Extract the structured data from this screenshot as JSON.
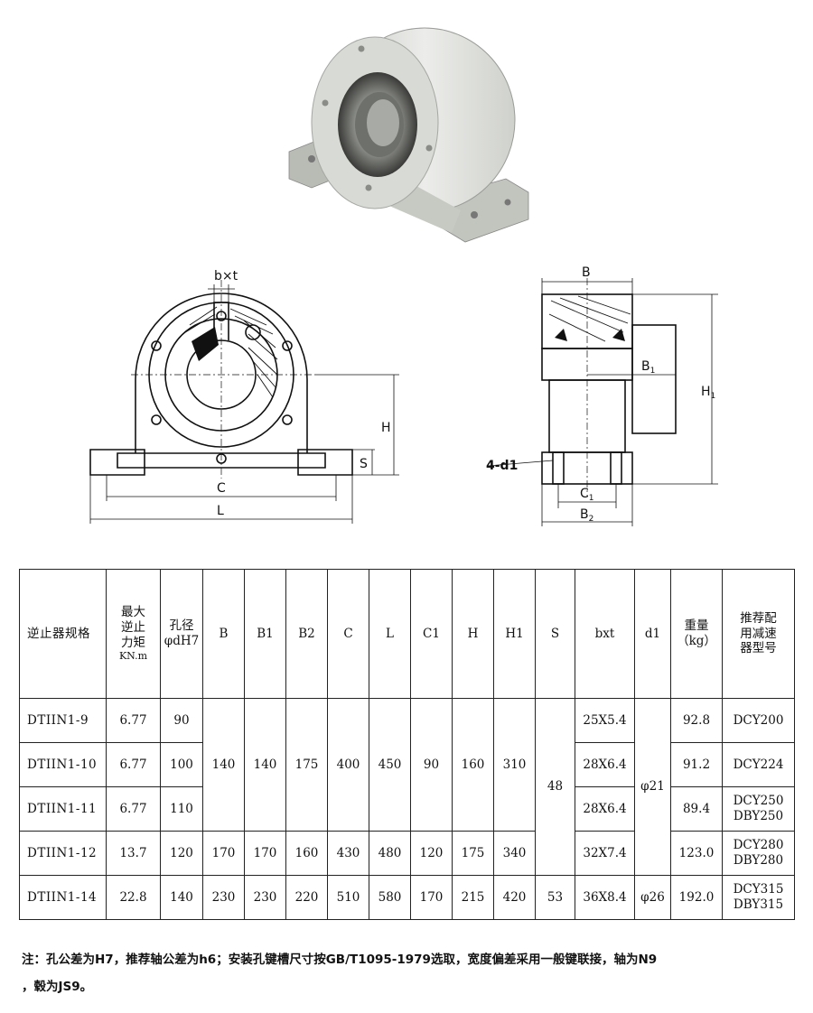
{
  "drawing_labels": {
    "keyway": "b×t",
    "width_b": "B",
    "width_b1": "B",
    "width_b1_sub": "1",
    "height_h1": "H",
    "height_h1_sub": "1",
    "height_h": "H",
    "height_s": "S",
    "mount_c": "C",
    "length_l": "L",
    "bolt_holes": "4-d1",
    "base_c1": "C",
    "base_c1_sub": "1",
    "base_b2": "B",
    "base_b2_sub": "2"
  },
  "table": {
    "headers": {
      "model": "逆止器规格",
      "torque": [
        "最大",
        "逆止",
        "力矩",
        "KN.m"
      ],
      "bore": [
        "孔径",
        "φdH7"
      ],
      "b": "B",
      "b1": "B1",
      "b2": "B2",
      "c": "C",
      "l": "L",
      "c1": "C1",
      "h": "H",
      "h1": "H1",
      "s": "S",
      "bxt": "bxt",
      "d1": "d1",
      "weight": [
        "重量",
        "（kg）"
      ],
      "reducer": [
        "推荐配",
        "用减速",
        "器型号"
      ]
    },
    "rows": [
      {
        "model": "DTIIN1-9",
        "torque": "6.77",
        "bore": "90",
        "bxt": "25X5.4",
        "weight": "92.8",
        "reducer": [
          "DCY200"
        ]
      },
      {
        "model": "DTIIN1-10",
        "torque": "6.77",
        "bore": "100",
        "bxt": "28X6.4",
        "weight": "91.2",
        "reducer": [
          "DCY224"
        ]
      },
      {
        "model": "DTIIN1-11",
        "torque": "6.77",
        "bore": "110",
        "bxt": "28X6.4",
        "weight": "89.4",
        "reducer": [
          "DCY250",
          "DBY250"
        ]
      },
      {
        "model": "DTIIN1-12",
        "torque": "13.7",
        "bore": "120",
        "bxt": "32X7.4",
        "weight": "123.0",
        "reducer": [
          "DCY280",
          "DBY280"
        ]
      },
      {
        "model": "DTIIN1-14",
        "torque": "22.8",
        "bore": "140",
        "bxt": "36X8.4",
        "weight": "192.0",
        "reducer": [
          "DCY315",
          "DBY315"
        ]
      }
    ],
    "group_9_11": {
      "b": "140",
      "b1": "140",
      "b2": "175",
      "c": "400",
      "l": "450",
      "c1": "90",
      "h": "160",
      "h1": "310"
    },
    "row_12": {
      "b": "170",
      "b1": "170",
      "b2": "160",
      "c": "430",
      "l": "480",
      "c1": "120",
      "h": "175",
      "h1": "340"
    },
    "row_14": {
      "b": "230",
      "b1": "230",
      "b2": "220",
      "c": "510",
      "l": "580",
      "c1": "170",
      "h": "215",
      "h1": "420",
      "s": "53",
      "d1": "φ26"
    },
    "s_9_12": "48",
    "d1_9_12": "φ21"
  },
  "note": {
    "line1": "注：孔公差为H7，推荐轴公差为h6；安装孔键槽尺寸按GB/T1095-1979选取，宽度偏差采用一般键联接，轴为N9",
    "line2": "，毂为JS9。"
  }
}
